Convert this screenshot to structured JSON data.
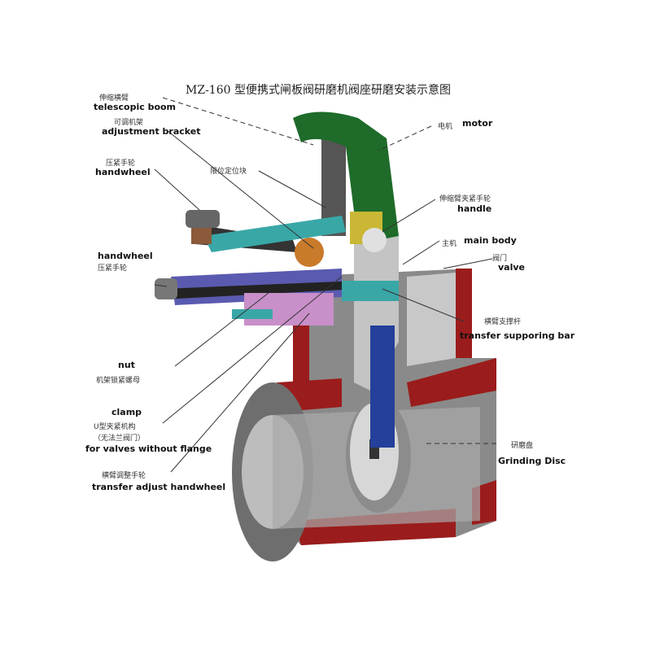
{
  "title": "MZ-160 型便携式闸板阀研磨机阀座研磨安装示意图",
  "labels": {
    "telescopic_boom": {
      "cn": "伸缩横臂",
      "en": "telescopic boom"
    },
    "adjustment_bracket": {
      "cn": "可调机架",
      "en": "adjustment bracket"
    },
    "handwheel_top": {
      "cn": "压紧手轮",
      "en": "handwheel"
    },
    "limit_block": {
      "cn": "限位定位块"
    },
    "motor": {
      "cn": "电机",
      "en": "motor"
    },
    "handle": {
      "cn": "伸缩臂夹紧手轮",
      "en": "handle"
    },
    "main_body": {
      "cn": "主机",
      "en": "main body"
    },
    "valve": {
      "cn": "阀门",
      "en": "valve"
    },
    "handwheel_mid": {
      "en": "handwheel",
      "cn": "压紧手轮"
    },
    "supporting_bar": {
      "cn": "横臂支撑杆",
      "en": "transfer supporing bar"
    },
    "nut": {
      "en": "nut",
      "cn": "机架锁紧螺母"
    },
    "clamp": {
      "en": "clamp",
      "cn1": "U型夹紧机构",
      "cn2": "（无法兰阀门）",
      "en2": "for valves without flange"
    },
    "adjust_handwheel": {
      "cn": "横臂调整手轮",
      "en": "transfer adjust handwheel"
    },
    "grinding_disc": {
      "cn": "研磨盘",
      "en": "Grinding Disc"
    }
  }
}
